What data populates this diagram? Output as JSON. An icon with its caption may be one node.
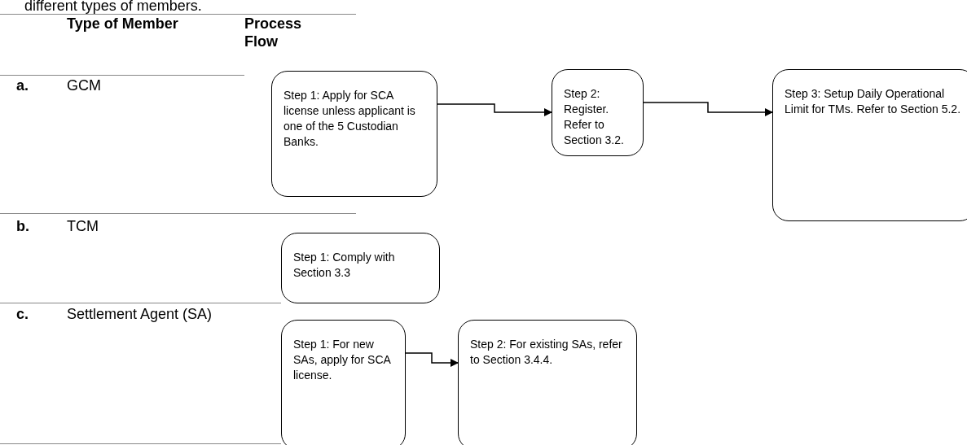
{
  "diagram": {
    "nodes": [
      {
        "text": [
          "Step 1: Apply for SCA license unless applicant is one of the 5 Custodian Banks."
        ]
      },
      {
        "text": [
          "Step 2: Register. Refer to Section 3.2."
        ]
      },
      {
        "text": [
          "Step 3: Setup Daily Operational Limit for TMs. Refer to Section 5.2."
        ]
      },
      {
        "text": [
          "Step 1: Comply with Section 3.3"
        ]
      },
      {
        "text": [
          "Step 1: For new SAs, apply for SCA license."
        ]
      },
      {
        "text": [
          "Step 2: For existing SAs, refer to Section 3.4.4."
        ]
      }
    ],
    "edges": [
      {
        "from": 0,
        "to": 1,
        "arrow": "to"
      },
      {
        "from": 1,
        "to": 2,
        "arrow": "to"
      },
      {
        "from": 4,
        "to": 5,
        "arrow": "to"
      }
    ],
    "labels": [
      "different types of members.",
      "Type of Member",
      "Process Flow",
      "a.",
      "GCM",
      "b.",
      "TCM",
      "c.",
      "Settlement Agent (SA)"
    ]
  }
}
